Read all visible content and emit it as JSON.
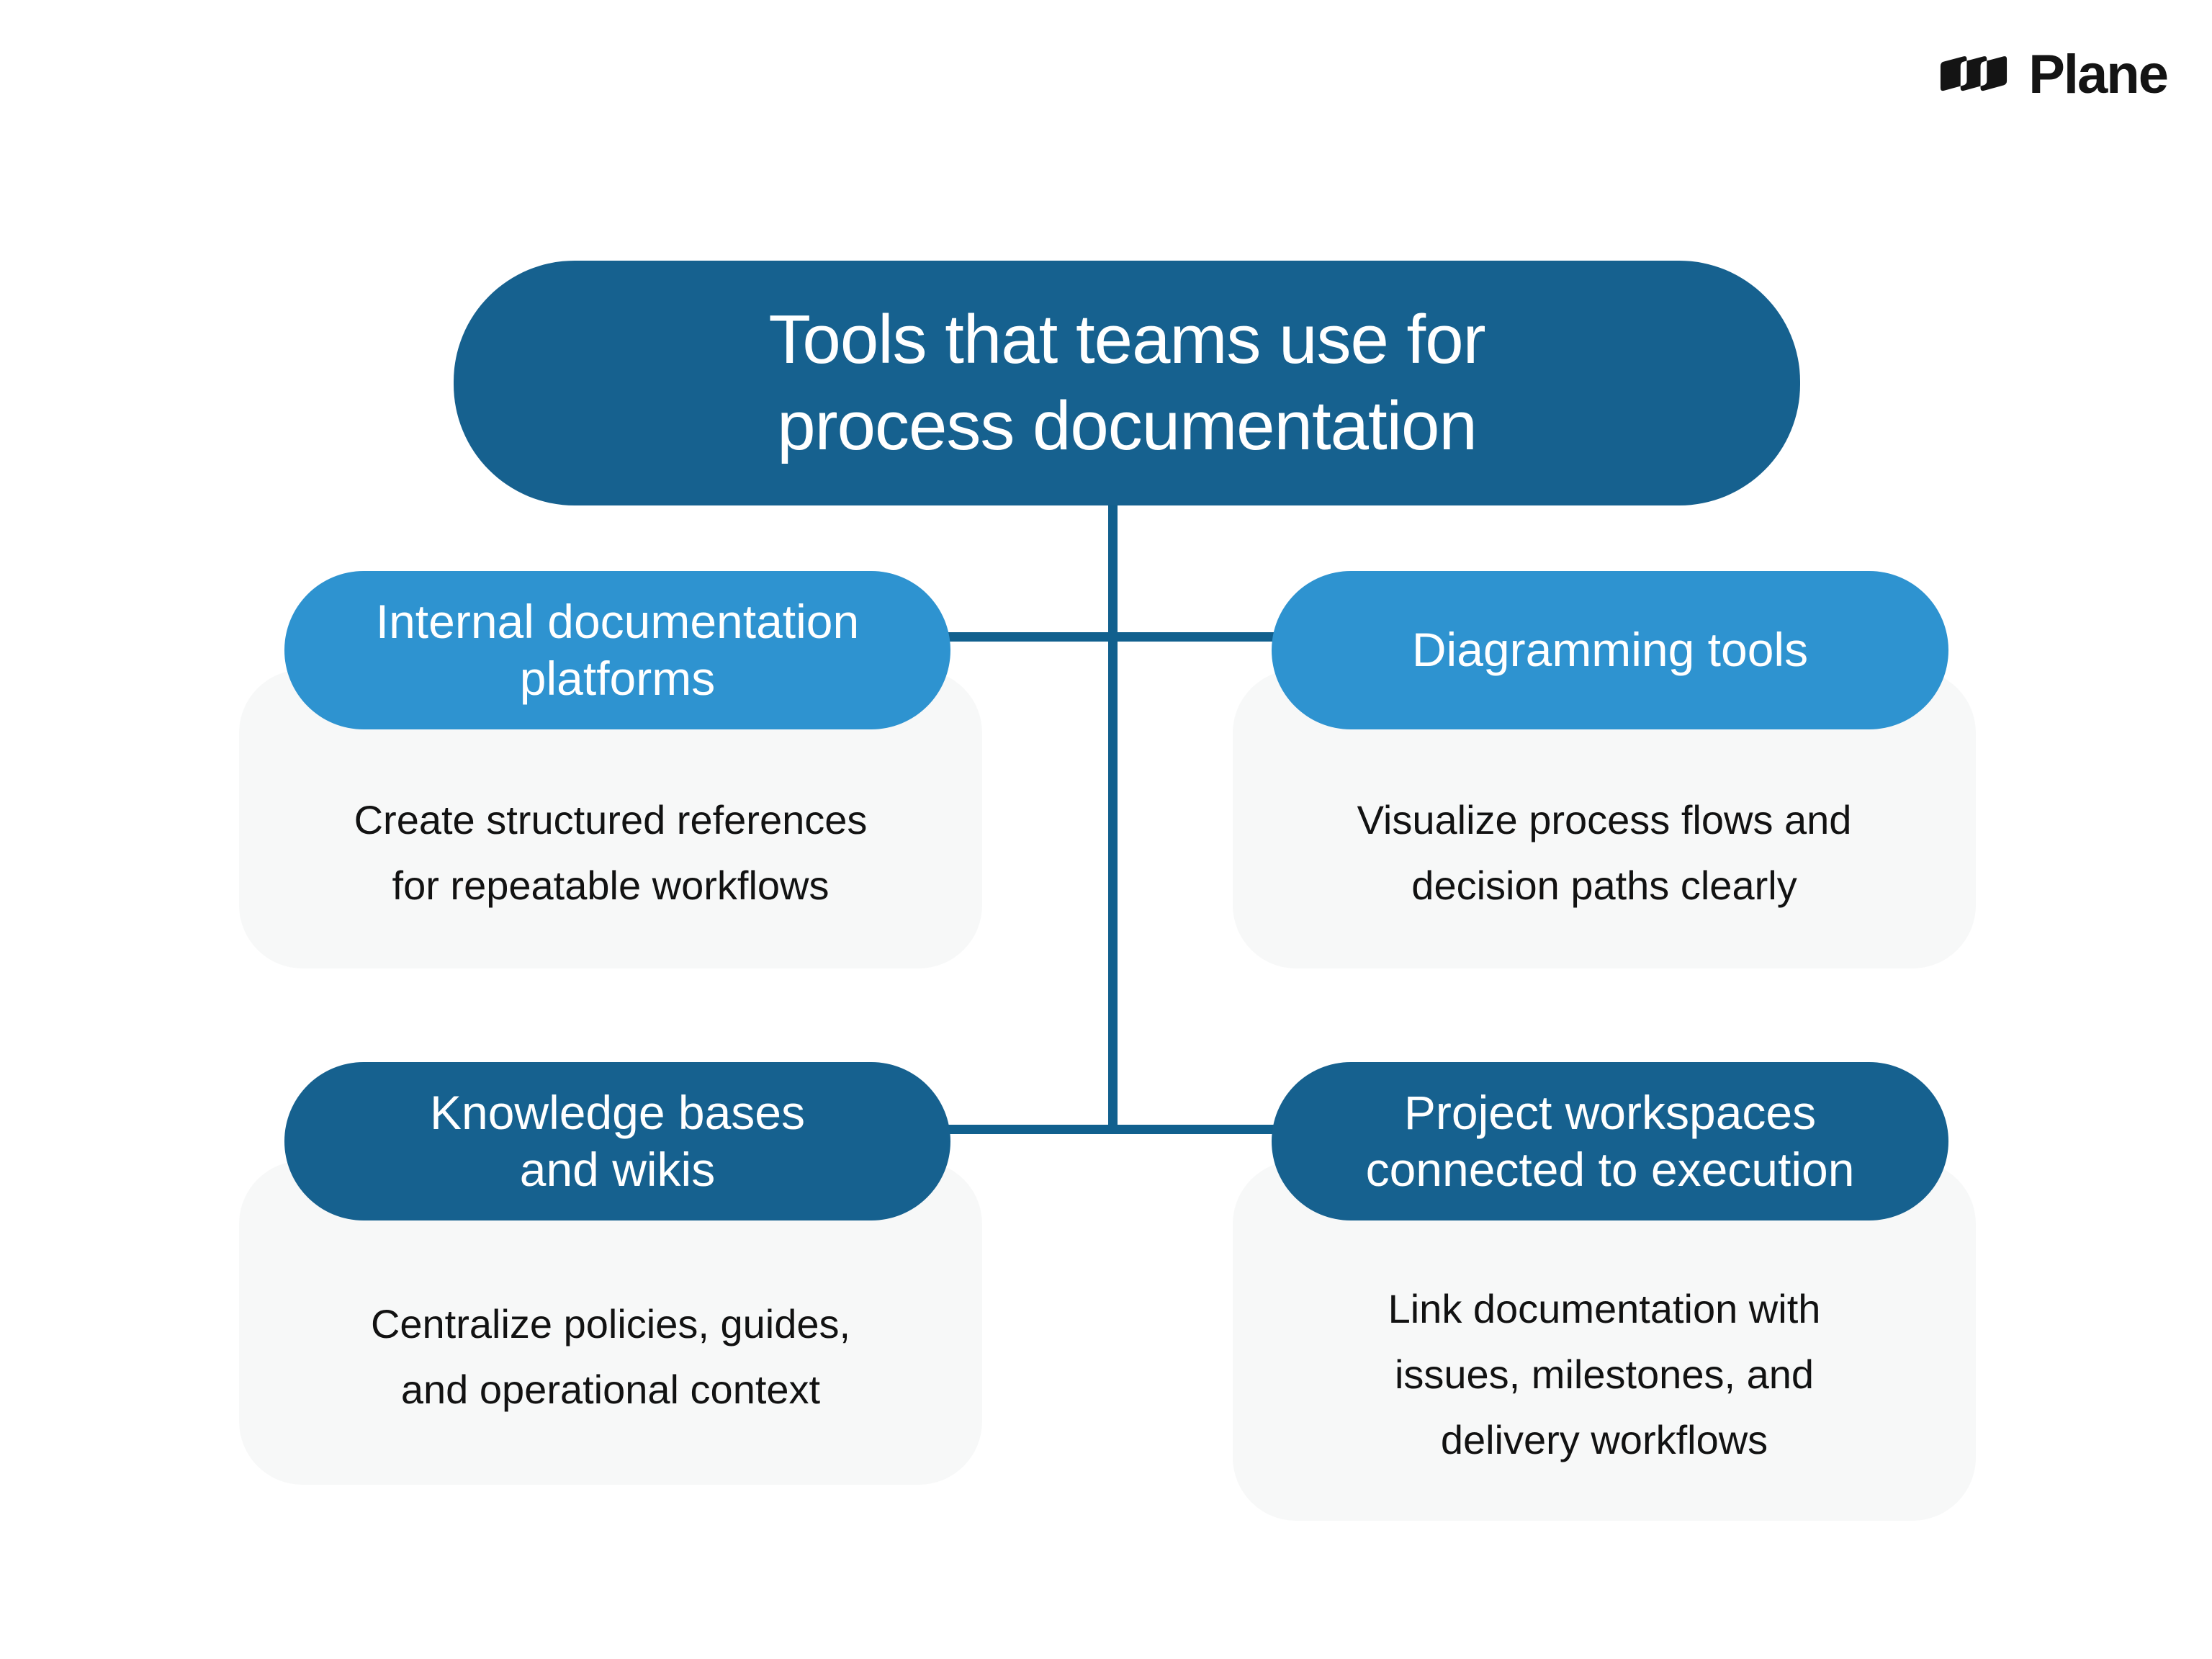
{
  "brand": {
    "name": "Plane",
    "logo_icon": "plane-logo-icon"
  },
  "title": {
    "lines": [
      "Tools that teams use for",
      "process documentation"
    ]
  },
  "branches": [
    {
      "id": "internal-documentation-platforms",
      "label_lines": [
        "Internal documentation",
        "platforms"
      ],
      "description_lines": [
        "Create structured references",
        "for repeatable workflows"
      ]
    },
    {
      "id": "diagramming-tools",
      "label_lines": [
        "Diagramming tools"
      ],
      "description_lines": [
        "Visualize process flows and",
        "decision paths clearly"
      ]
    },
    {
      "id": "knowledge-bases-and-wikis",
      "label_lines": [
        "Knowledge bases",
        "and wikis"
      ],
      "description_lines": [
        "Centralize policies, guides,",
        "and operational context"
      ]
    },
    {
      "id": "project-workspaces-connected-to-execution",
      "label_lines": [
        "Project workspaces",
        "connected to execution"
      ],
      "description_lines": [
        "Link documentation with",
        "issues, milestones, and",
        "delivery workflows"
      ]
    }
  ],
  "colors": {
    "background": "#FFFFFF",
    "dark_blue": "#16618F",
    "light_blue": "#2E93D0",
    "connector": "#11608E",
    "card_background": "#F7F8F8",
    "card_text": "#121212",
    "logo": "#141414"
  }
}
